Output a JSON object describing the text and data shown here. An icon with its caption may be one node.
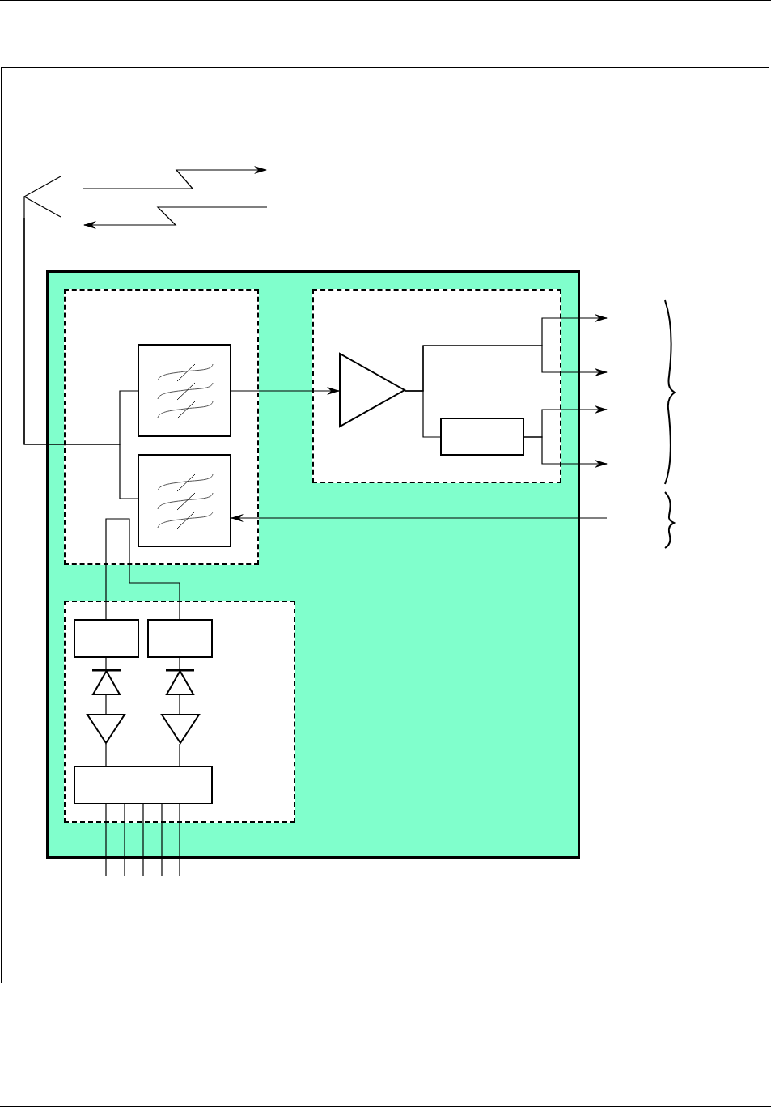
{
  "diagram": {
    "nodes": [
      {
        "text": [],
        "shape": "antenna"
      },
      {
        "text": [],
        "shape": "box"
      },
      {
        "text": [],
        "shape": "box",
        "in": 1
      },
      {
        "text": [],
        "shape": "box",
        "in": 2
      },
      {
        "text": [],
        "shape": "box",
        "in": 2
      },
      {
        "text": [],
        "shape": "box",
        "in": 1
      },
      {
        "text": [],
        "shape": "triangle",
        "in": 5
      },
      {
        "text": [],
        "shape": "box",
        "in": 5
      },
      {
        "text": [],
        "shape": "box",
        "in": 1
      },
      {
        "text": [],
        "shape": "box",
        "in": 8
      },
      {
        "text": [],
        "shape": "box",
        "in": 8
      },
      {
        "text": [],
        "shape": "diode",
        "in": 8
      },
      {
        "text": [],
        "shape": "diode",
        "in": 8
      },
      {
        "text": [],
        "shape": "triangle",
        "in": 8
      },
      {
        "text": [],
        "shape": "triangle",
        "in": 8
      },
      {
        "text": [],
        "shape": "box",
        "in": 8
      }
    ],
    "edges": [
      {
        "from": 0,
        "to": 3,
        "arrow": "none"
      },
      {
        "from": 0,
        "to": 4,
        "arrow": "none"
      },
      {
        "from": 3,
        "to": 6,
        "arrow": "to"
      },
      {
        "from": 6,
        "to": null,
        "arrow": "to"
      },
      {
        "from": 6,
        "to": null,
        "arrow": "to"
      },
      {
        "from": 6,
        "to": 7,
        "arrow": "none"
      },
      {
        "from": 7,
        "to": null,
        "arrow": "to"
      },
      {
        "from": 7,
        "to": null,
        "arrow": "to"
      },
      {
        "from": null,
        "to": 4,
        "arrow": "to"
      },
      {
        "from": 9,
        "to": 10,
        "arrow": "none"
      },
      {
        "from": 9,
        "to": 11,
        "arrow": "none"
      },
      {
        "from": 10,
        "to": 12,
        "arrow": "none"
      },
      {
        "from": 11,
        "to": 13,
        "arrow": "none"
      },
      {
        "from": 12,
        "to": 14,
        "arrow": "none"
      },
      {
        "from": 13,
        "to": 15,
        "arrow": "none"
      },
      {
        "from": 14,
        "to": 15,
        "arrow": "none"
      },
      {
        "from": 15,
        "to": null,
        "arrow": "none"
      },
      {
        "from": 15,
        "to": null,
        "arrow": "none"
      },
      {
        "from": 15,
        "to": null,
        "arrow": "none"
      },
      {
        "from": 15,
        "to": null,
        "arrow": "none"
      },
      {
        "from": 15,
        "to": null,
        "arrow": "none"
      }
    ]
  }
}
